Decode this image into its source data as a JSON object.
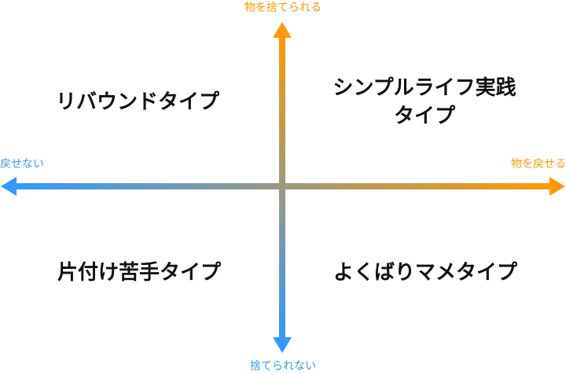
{
  "colors": {
    "negative": "#3399ff",
    "positive": "#ff9900"
  },
  "axes": {
    "top": "物を捨てられる",
    "bottom": "捨てられない",
    "left": "戻せない",
    "right": "物を戻せる"
  },
  "quadrants": {
    "top_left": "リバウンドタイプ",
    "top_right_line1": "シンプルライフ実践",
    "top_right_line2": "タイプ",
    "bottom_left": "片付け苦手タイプ",
    "bottom_right": "よくばりマメタイプ"
  }
}
